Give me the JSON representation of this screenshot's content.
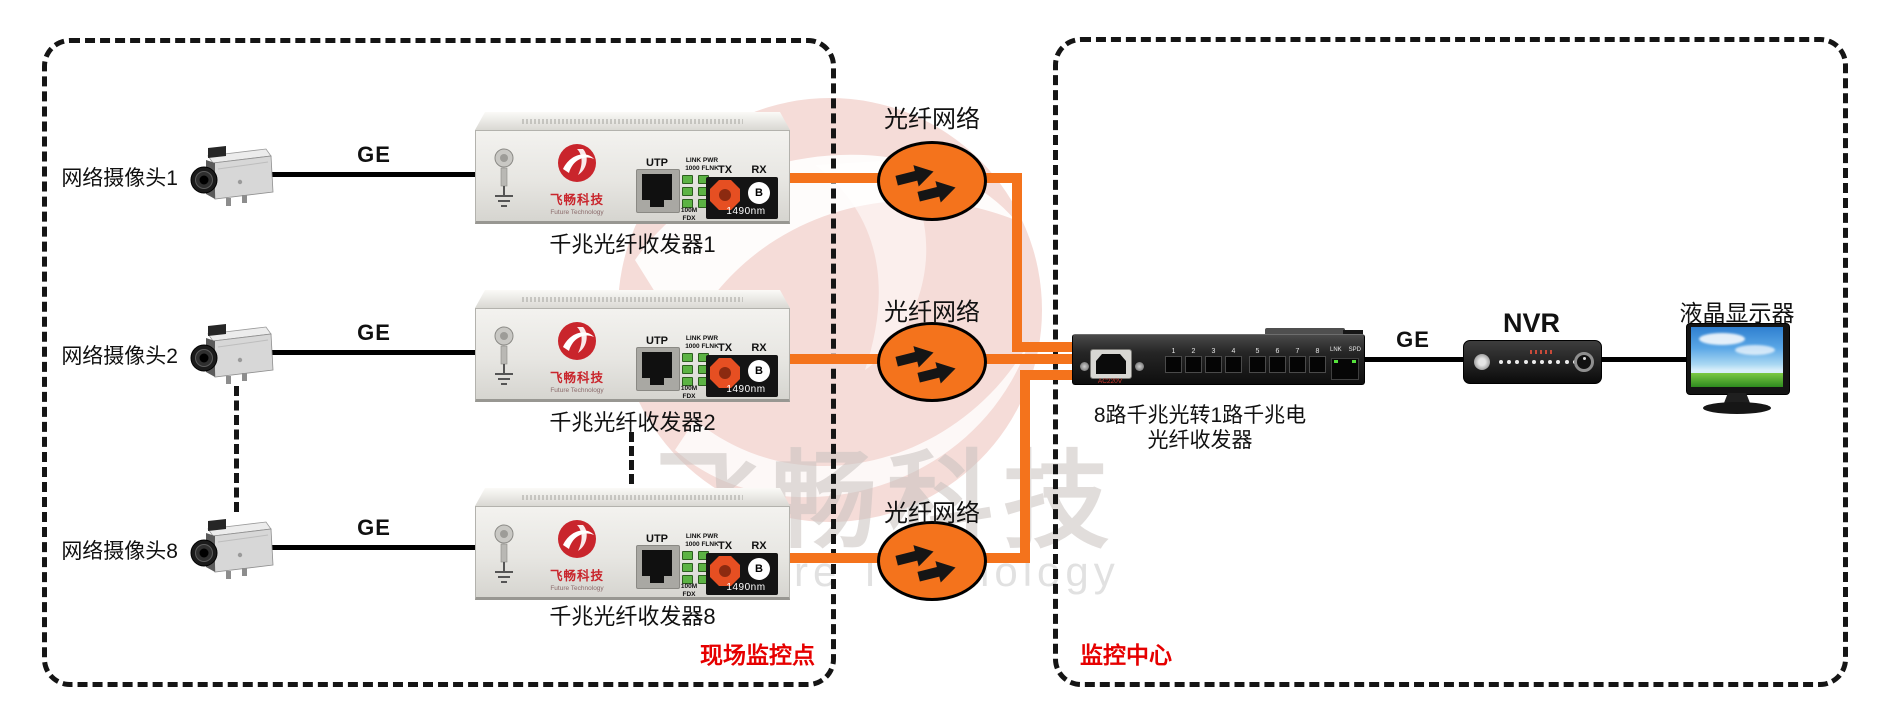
{
  "zones": {
    "site_label": "现场监控点",
    "center_label": "监控中心"
  },
  "rows": [
    {
      "camera": "网络摄像头1",
      "link": "GE",
      "device": "千兆光纤收发器1",
      "cloud": "光纤网络"
    },
    {
      "camera": "网络摄像头2",
      "link": "GE",
      "device": "千兆光纤收发器2",
      "cloud": "光纤网络"
    },
    {
      "camera": "网络摄像头8",
      "link": "GE",
      "device": "千兆光纤收发器8",
      "cloud": "光纤网络"
    }
  ],
  "transceiver": {
    "brand_cn": "飞畅科技",
    "brand_en": "Future Technology",
    "utp": "UTP",
    "led_header_1": "LINK PWR",
    "led_header_2": "1000 FLNK",
    "led_footer_1": "100M",
    "led_footer_2": "FDX",
    "tx": "TX",
    "rx": "RX",
    "rx_mark": "B",
    "wavelength": "1490nm"
  },
  "switch": {
    "title_line1": "8路千兆光转1路千兆电",
    "title_line2": "光纤收发器",
    "power": "AC220V",
    "ports": [
      "1",
      "2",
      "3",
      "4",
      "5",
      "6",
      "7",
      "8"
    ],
    "led1": "LNK",
    "led2": "SPD",
    "uplink": "GE"
  },
  "nvr_label": "NVR",
  "monitor_label": "液晶显示器",
  "watermark": {
    "cn": "飞畅科技",
    "en": "Future Technology"
  },
  "colors": {
    "orange": "#f4731c",
    "red_label": "#e60000",
    "brand_red": "#c9252c"
  }
}
